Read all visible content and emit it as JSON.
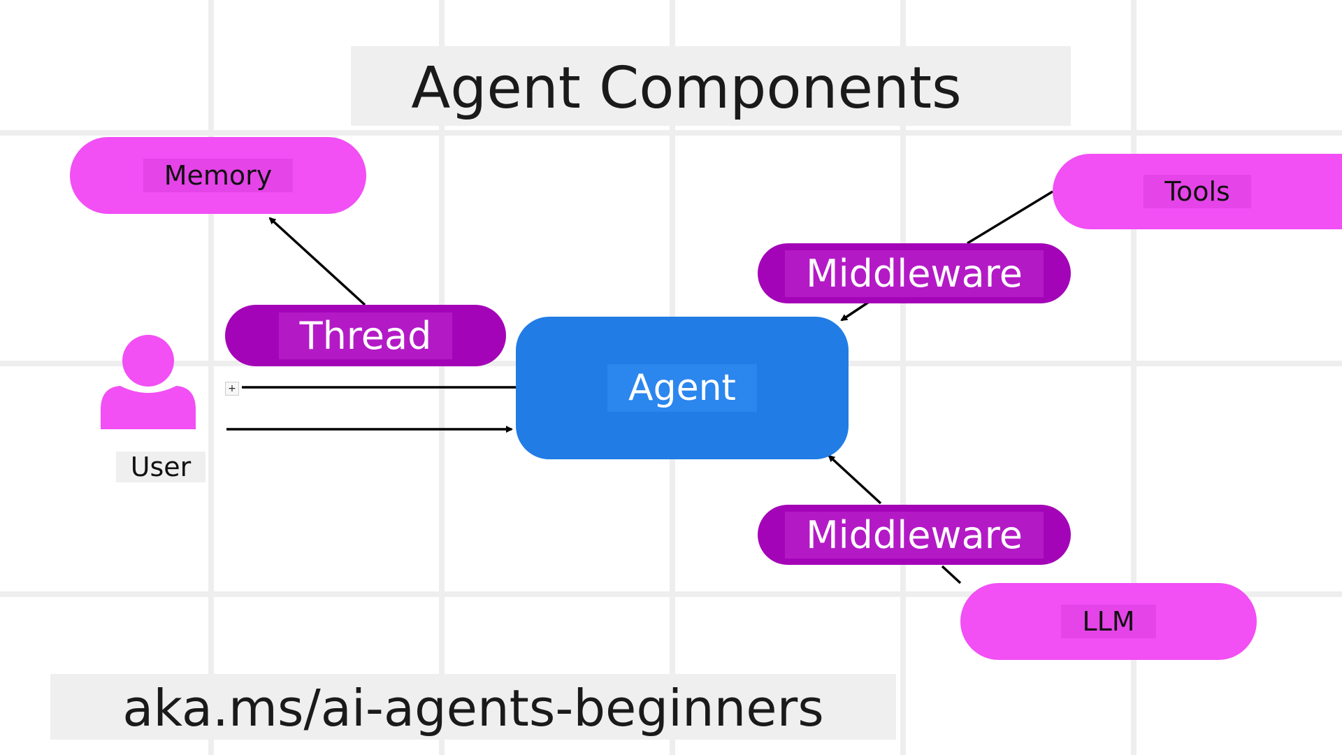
{
  "title": "Agent Components",
  "footer": "aka.ms/ai-agents-beginners",
  "nodes": {
    "memory": "Memory",
    "thread": "Thread",
    "user": "User",
    "agent": "Agent",
    "tools": "Tools",
    "middleware_top": "Middleware",
    "middleware_bottom": "Middleware",
    "llm": "LLM"
  },
  "colors": {
    "component_pink": "#f24ff5",
    "middleware_purple": "#a404b7",
    "agent_blue": "#217ce6",
    "grid": "#eeeeee"
  },
  "icons": {
    "user": "person-icon",
    "plus": "plus-icon"
  }
}
